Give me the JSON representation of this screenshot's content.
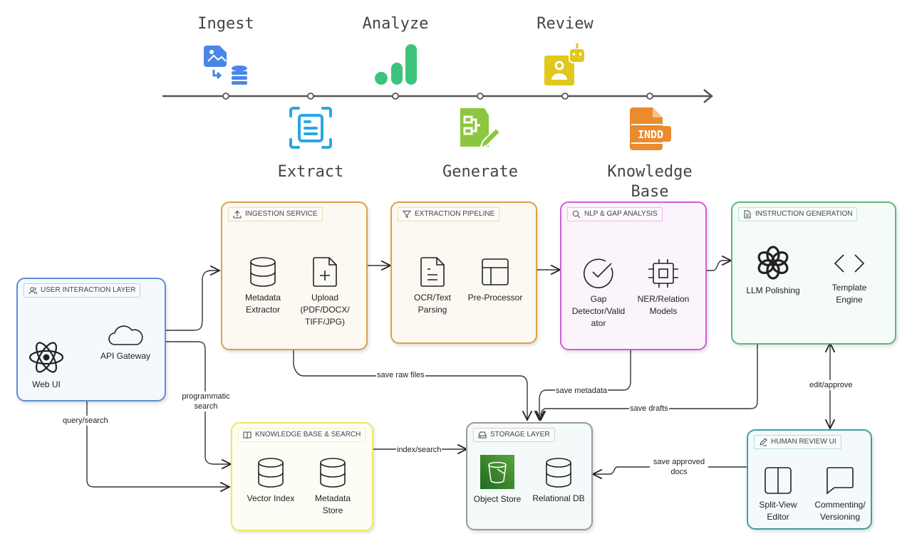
{
  "timeline": {
    "stages": [
      {
        "label": "Ingest",
        "icon": "file-image-to-database-icon",
        "color": "#4a86e8"
      },
      {
        "label": "Extract",
        "icon": "document-scan-icon",
        "color": "#29a8e0"
      },
      {
        "label": "Analyze",
        "icon": "signal-bars-icon",
        "color": "#3cc47c"
      },
      {
        "label": "Generate",
        "icon": "document-flowchart-edit-icon",
        "color": "#8cc63f"
      },
      {
        "label": "Review",
        "icon": "user-robot-icon",
        "color": "#e2c81c"
      },
      {
        "label": "Knowledge Base",
        "icon": "indd-file-icon",
        "color": "#e98b2e",
        "icon_text": "INDD"
      }
    ]
  },
  "groups": {
    "user_interaction": {
      "title": "USER INTERACTION LAYER",
      "border": "#5b8fd9",
      "bg": "#f4f9fd",
      "nodes": [
        {
          "label": "Web UI"
        },
        {
          "label": "API Gateway"
        }
      ]
    },
    "ingestion": {
      "title": "INGESTION SERVICE",
      "border": "#d9a14a",
      "bg": "#fcf9f2",
      "nodes": [
        {
          "label": "Metadata Extractor"
        },
        {
          "label": "Upload (PDF/DOCX/ TIFF/JPG)"
        }
      ]
    },
    "extraction": {
      "title": "EXTRACTION PIPELINE",
      "border": "#d9a14a",
      "bg": "#fcf9f2",
      "nodes": [
        {
          "label": "OCR/Text Parsing"
        },
        {
          "label": "Pre-Processor"
        }
      ]
    },
    "nlp": {
      "title": "NLP & GAP ANALYSIS",
      "border": "#d45ad9",
      "bg": "#fcf4fc",
      "nodes": [
        {
          "label": "Gap Detector/Valid ator"
        },
        {
          "label": "NER/Relation Models"
        }
      ]
    },
    "instruction": {
      "title": "INSTRUCTION GENERATION",
      "border": "#5cb874",
      "bg": "#f4fbf9",
      "nodes": [
        {
          "label": "LLM Polishing"
        },
        {
          "label": "Template Engine"
        }
      ]
    },
    "knowledge": {
      "title": "KNOWLEDGE BASE & SEARCH",
      "border": "#ede85a",
      "bg": "#fdfdf6",
      "nodes": [
        {
          "label": "Vector Index"
        },
        {
          "label": "Metadata Store"
        }
      ]
    },
    "storage": {
      "title": "STORAGE LAYER",
      "border": "#9a9a9a",
      "bg": "#f4f9fa",
      "nodes": [
        {
          "label": "Object Store"
        },
        {
          "label": "Relational DB"
        }
      ]
    },
    "review": {
      "title": "HUMAN REVIEW UI",
      "border": "#3c9fa3",
      "bg": "#f4fafb",
      "nodes": [
        {
          "label": "Split-View Editor"
        },
        {
          "label": "Commenting/ Versioning"
        }
      ]
    }
  },
  "edges": {
    "save_raw_files": "save raw files",
    "save_metadata": "save metadata",
    "save_drafts": "save drafts",
    "edit_approve": "edit/approve",
    "programmatic_search": "programmatic search",
    "query_search": "query/search",
    "index_search": "index/search",
    "save_approved_docs": "save approved docs"
  }
}
